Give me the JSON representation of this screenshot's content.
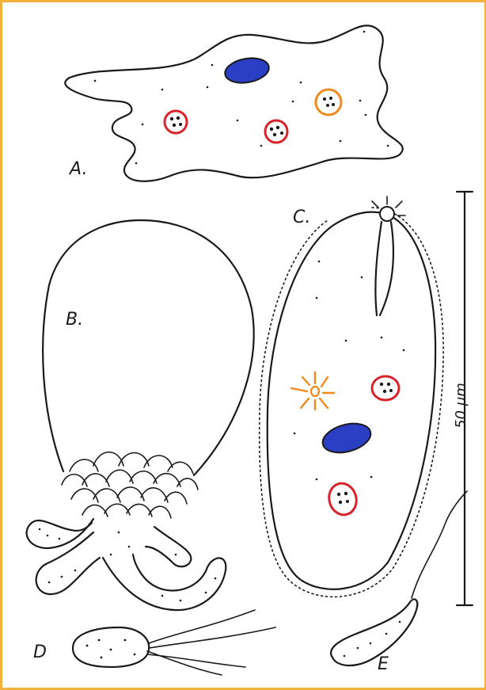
{
  "labels": {
    "a": "A.",
    "b": "B.",
    "c": "C.",
    "d": "D",
    "e": "E"
  },
  "scale_bar": {
    "label": "50 µm"
  },
  "colors": {
    "frame": "#f2b03d",
    "nucleus": "#2a3fc4",
    "vacuole_red": "#d8232a",
    "vacuole_orange": "#f08a1c",
    "ink": "#1a1a1a"
  }
}
